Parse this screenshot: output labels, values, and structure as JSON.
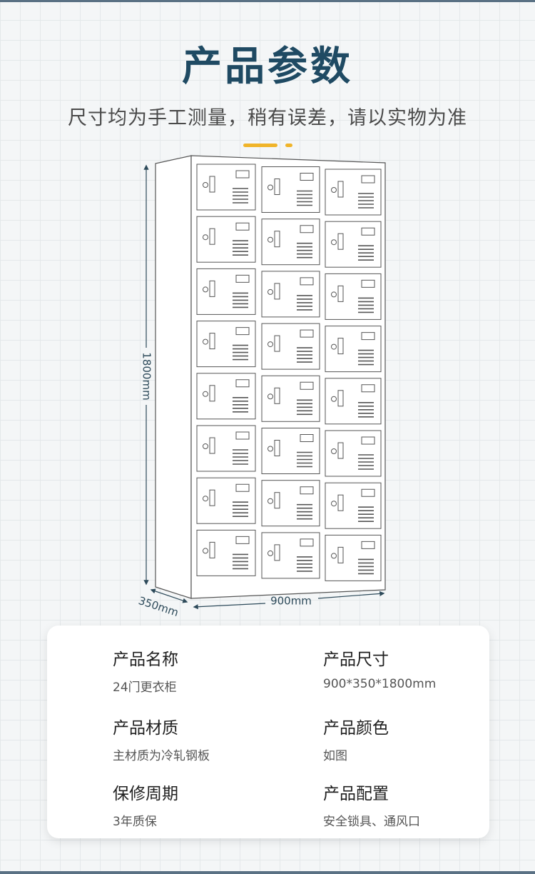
{
  "header": {
    "title": "产品参数",
    "subtitle": "尺寸均为手工测量，稍有误差，请以实物为准"
  },
  "diagram": {
    "height_label": "1800mm",
    "width_label": "900mm",
    "depth_label": "350mm",
    "rows": 8,
    "columns": 3,
    "line_color": "#555555",
    "dimension_color": "#2d4a5a"
  },
  "specs": [
    {
      "label": "产品名称",
      "value": "24门更衣柜"
    },
    {
      "label": "产品尺寸",
      "value": "900*350*1800mm"
    },
    {
      "label": "产品材质",
      "value": "主材质为冷轧钢板"
    },
    {
      "label": "产品颜色",
      "value": "如图"
    },
    {
      "label": "保修周期",
      "value": "3年质保"
    },
    {
      "label": "产品配置",
      "value": "安全锁具、通风口"
    }
  ],
  "colors": {
    "title": "#1f4a63",
    "accent": "#f0b429",
    "background": "#f4f6f7"
  }
}
